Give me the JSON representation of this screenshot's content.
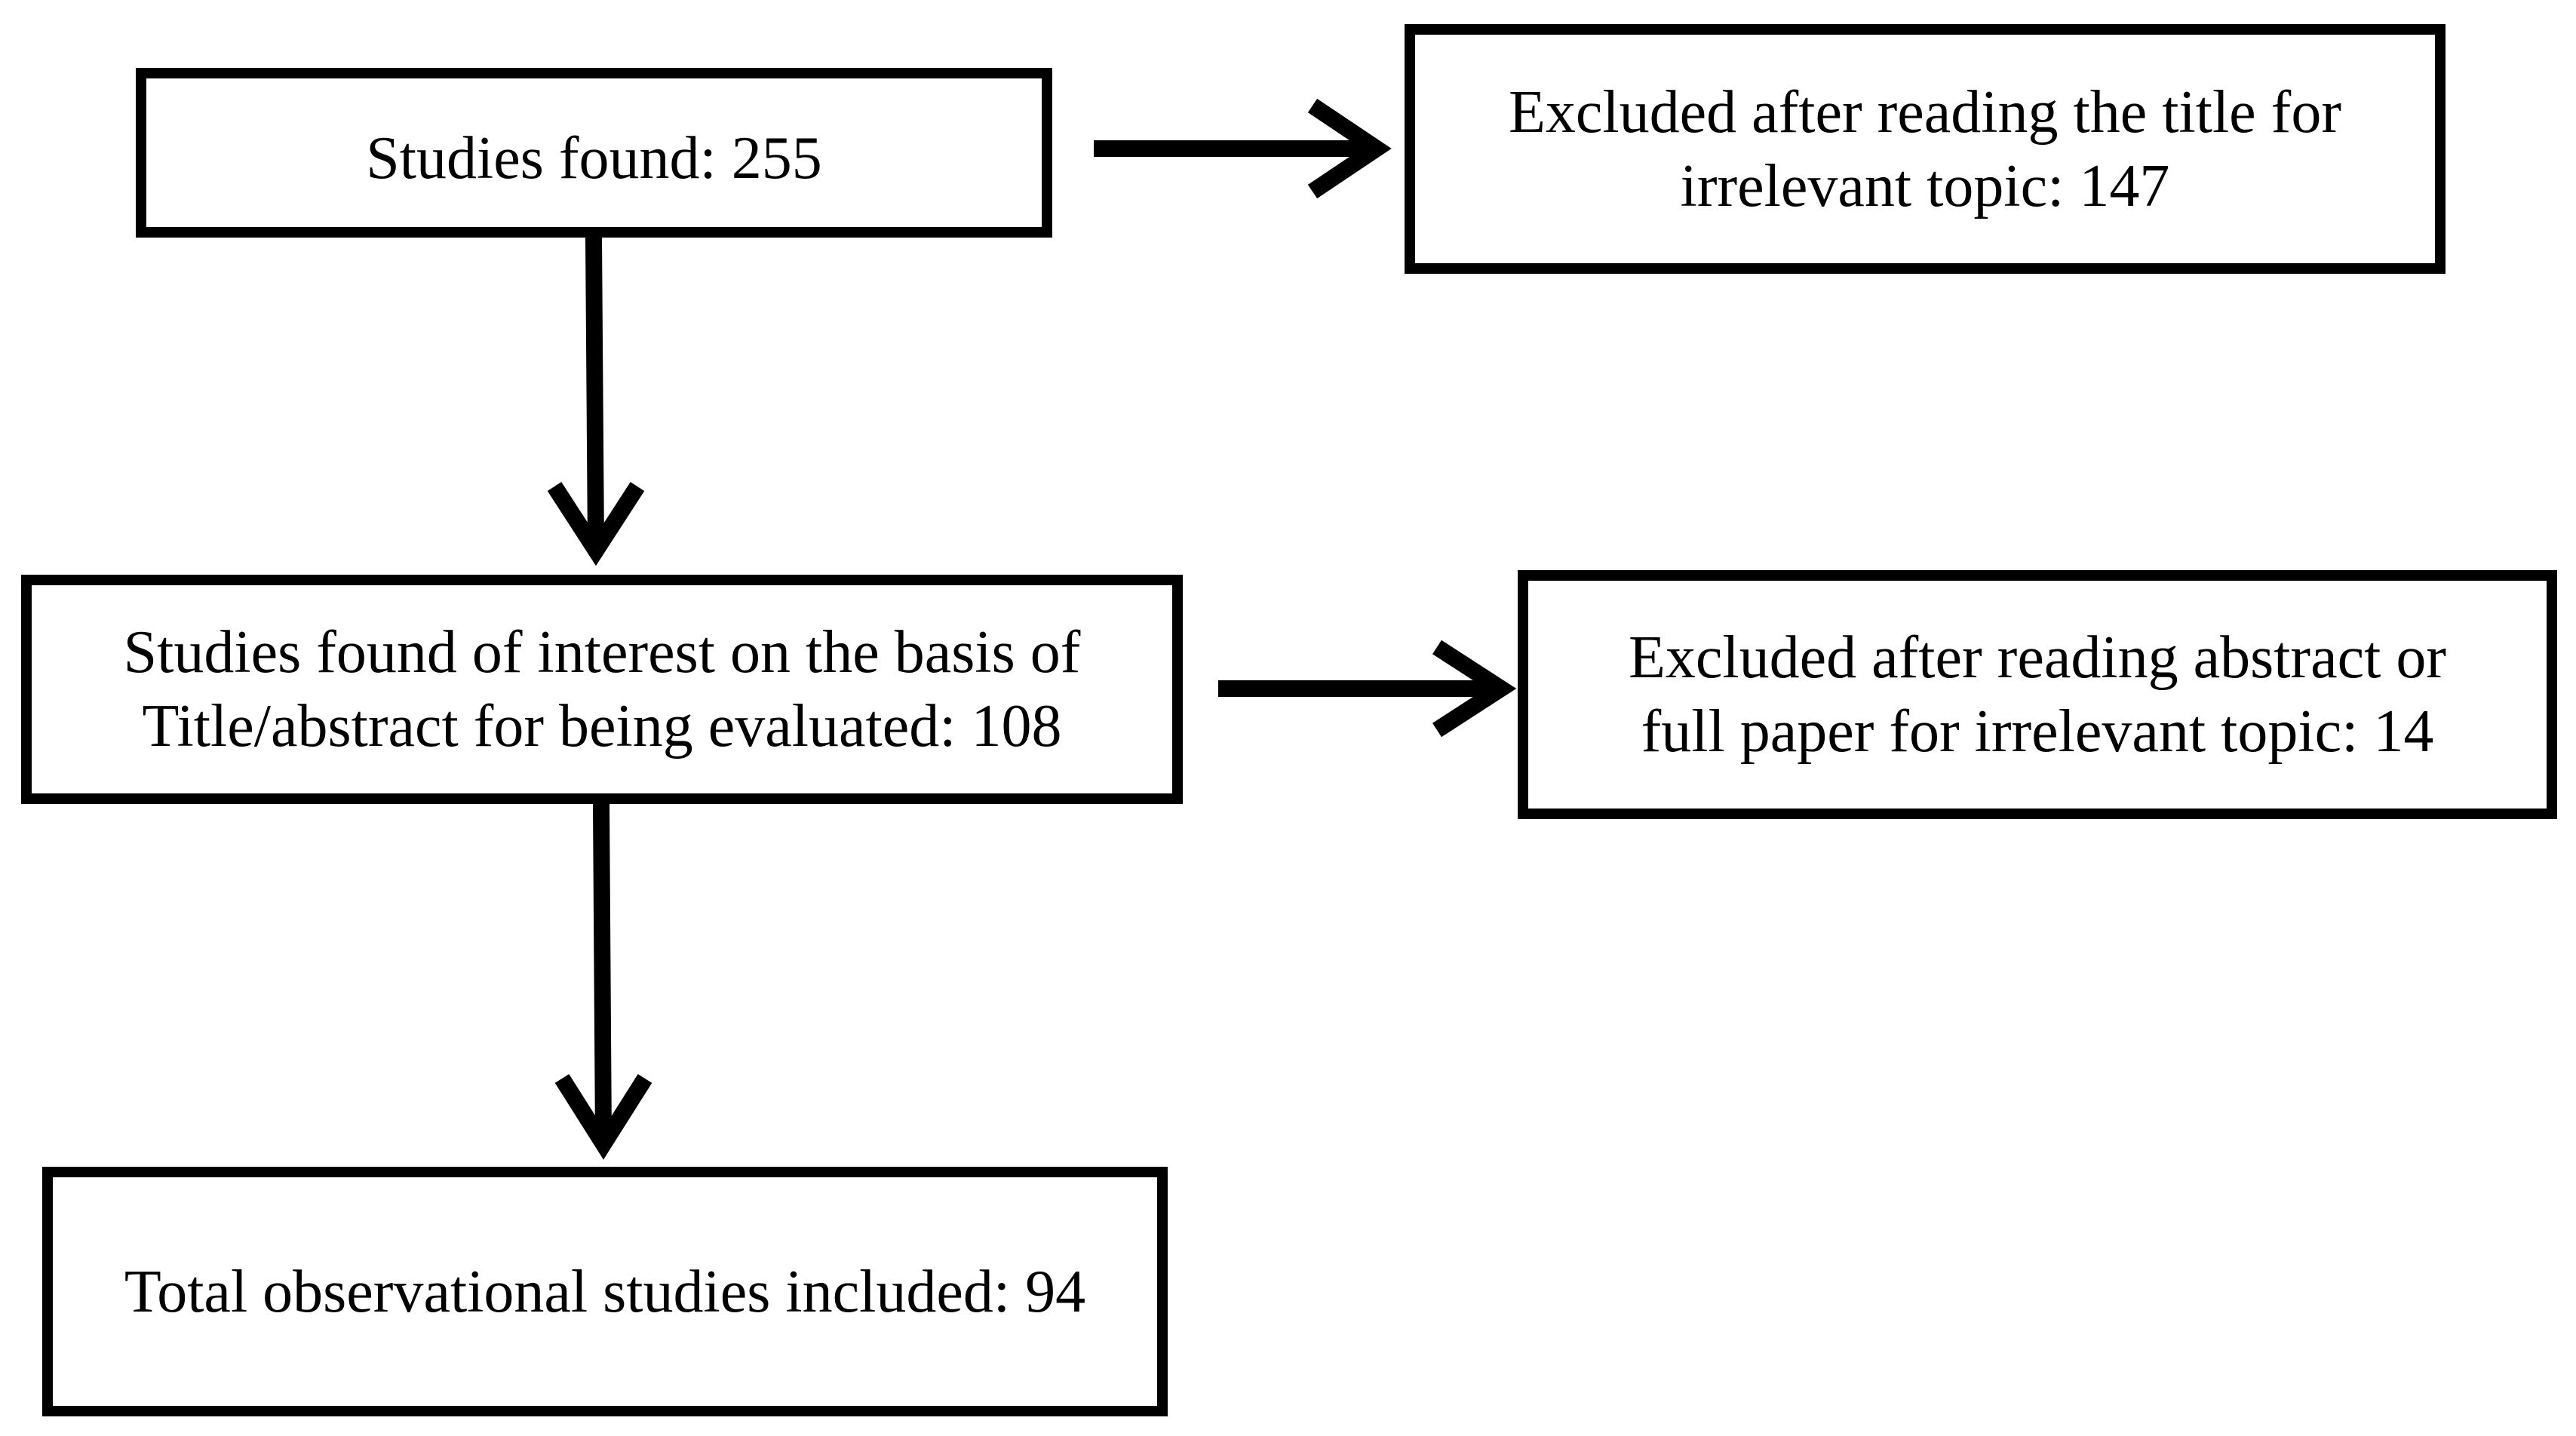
{
  "flowchart": {
    "studies_found": {
      "lines": [
        "Studies found: 255"
      ]
    },
    "excluded_title": {
      "lines": [
        "Excluded after reading the title for",
        "irrelevant topic: 147"
      ]
    },
    "studies_of_interest": {
      "lines": [
        "Studies found of interest on the basis of",
        "Title/abstract for being evaluated: 108"
      ]
    },
    "excluded_abstract": {
      "lines": [
        "Excluded after reading abstract or",
        "full paper for irrelevant topic: 14"
      ]
    },
    "total_included": {
      "lines": [
        "Total observational studies included: 94"
      ]
    }
  },
  "colors": {
    "stroke": "#000000",
    "background": "#ffffff"
  }
}
